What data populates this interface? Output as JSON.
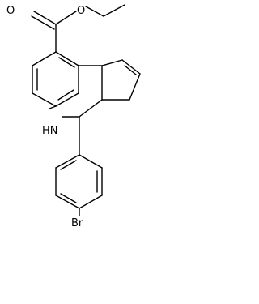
{
  "molecule": {
    "atoms": {
      "carbonyl_oxygen": "O",
      "ester_oxygen": "O",
      "amine": "HN",
      "halogen": "Br"
    }
  },
  "colors": {
    "bond": "#000000",
    "background": "#ffffff"
  }
}
